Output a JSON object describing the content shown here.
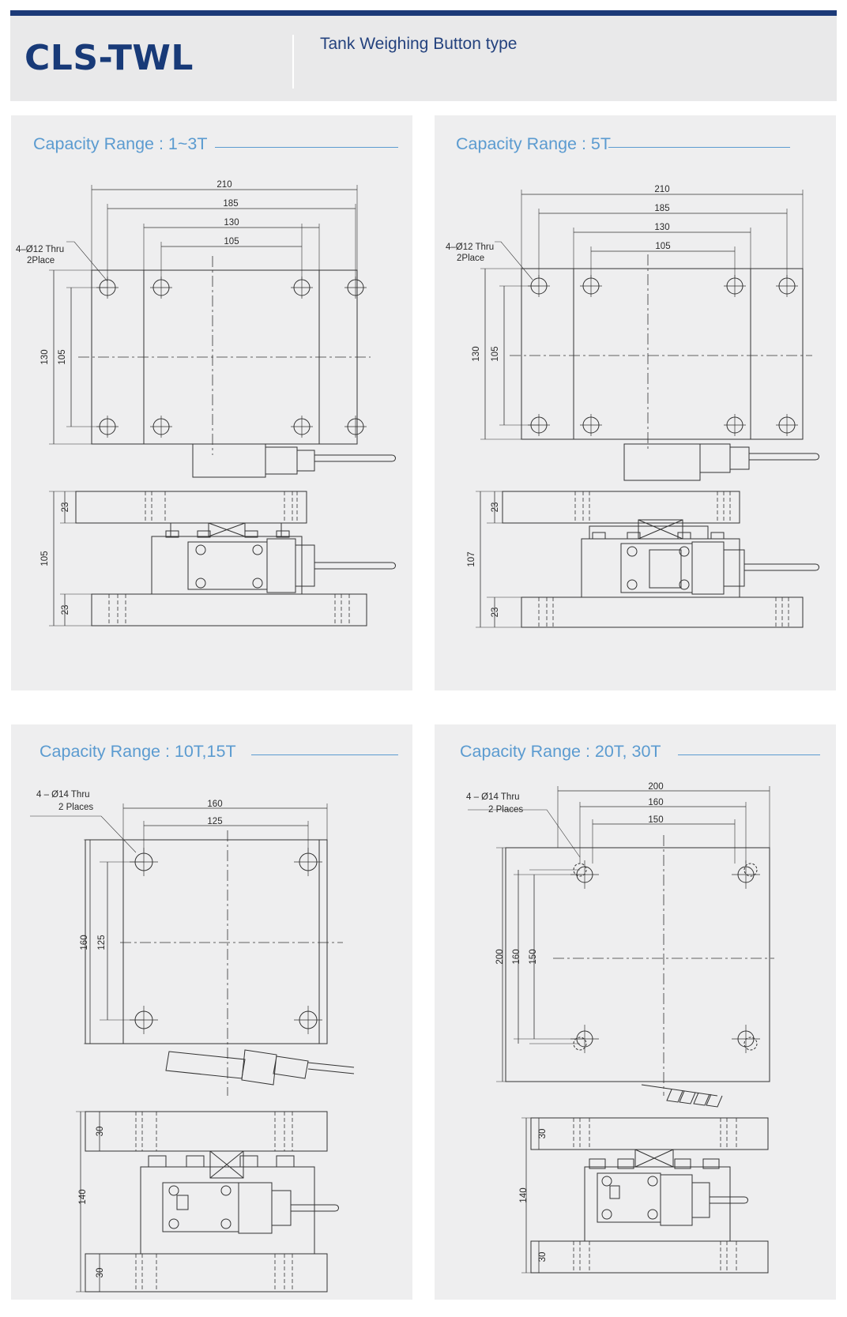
{
  "header": {
    "model": "CLS-TWL",
    "subtitle": "Tank Weighing Button type"
  },
  "colors": {
    "header_bar": "#1c3a78",
    "model_text": "#183a78",
    "panel_title": "#5b9bd0",
    "panel_bg": "#eeeeef"
  },
  "panels": [
    {
      "title": "Capacity Range : 1~3T",
      "hole_note": [
        "4–Ø12 Thru",
        "2Place"
      ],
      "top_dims": [
        "210",
        "185",
        "130",
        "105"
      ],
      "side_dims": [
        "130",
        "105"
      ],
      "elev_dims": [
        "23",
        "105",
        "23"
      ]
    },
    {
      "title": "Capacity Range : 5T",
      "hole_note": [
        "4–Ø12 Thru",
        "2Place"
      ],
      "top_dims": [
        "210",
        "185",
        "130",
        "105"
      ],
      "side_dims": [
        "130",
        "105"
      ],
      "elev_dims": [
        "23",
        "107",
        "23"
      ]
    },
    {
      "title": "Capacity Range : 10T,15T",
      "hole_note": [
        "4 – Ø14 Thru",
        "2 Places"
      ],
      "top_dims": [
        "160",
        "125"
      ],
      "side_dims": [
        "160",
        "125"
      ],
      "elev_dims": [
        "30",
        "140",
        "30"
      ]
    },
    {
      "title": "Capacity Range : 20T, 30T",
      "hole_note": [
        "4 – Ø14 Thru",
        "2 Places"
      ],
      "top_dims": [
        "200",
        "160",
        "150"
      ],
      "side_dims": [
        "200",
        "160",
        "150"
      ],
      "elev_dims": [
        "30",
        "140",
        "30"
      ]
    }
  ]
}
